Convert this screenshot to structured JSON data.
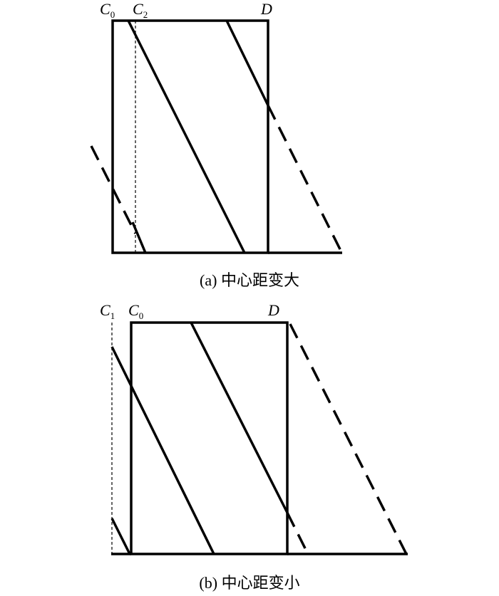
{
  "panel_a": {
    "label_c0_main": "C",
    "label_c0_sub": "0",
    "label_c2_main": "C",
    "label_c2_sub": "2",
    "label_d": "D",
    "caption": "(a) 中心距变大"
  },
  "panel_b": {
    "label_c1_main": "C",
    "label_c1_sub": "1",
    "label_c0_main": "C",
    "label_c0_sub": "0",
    "label_d": "D",
    "caption": "(b) 中心距变小"
  }
}
